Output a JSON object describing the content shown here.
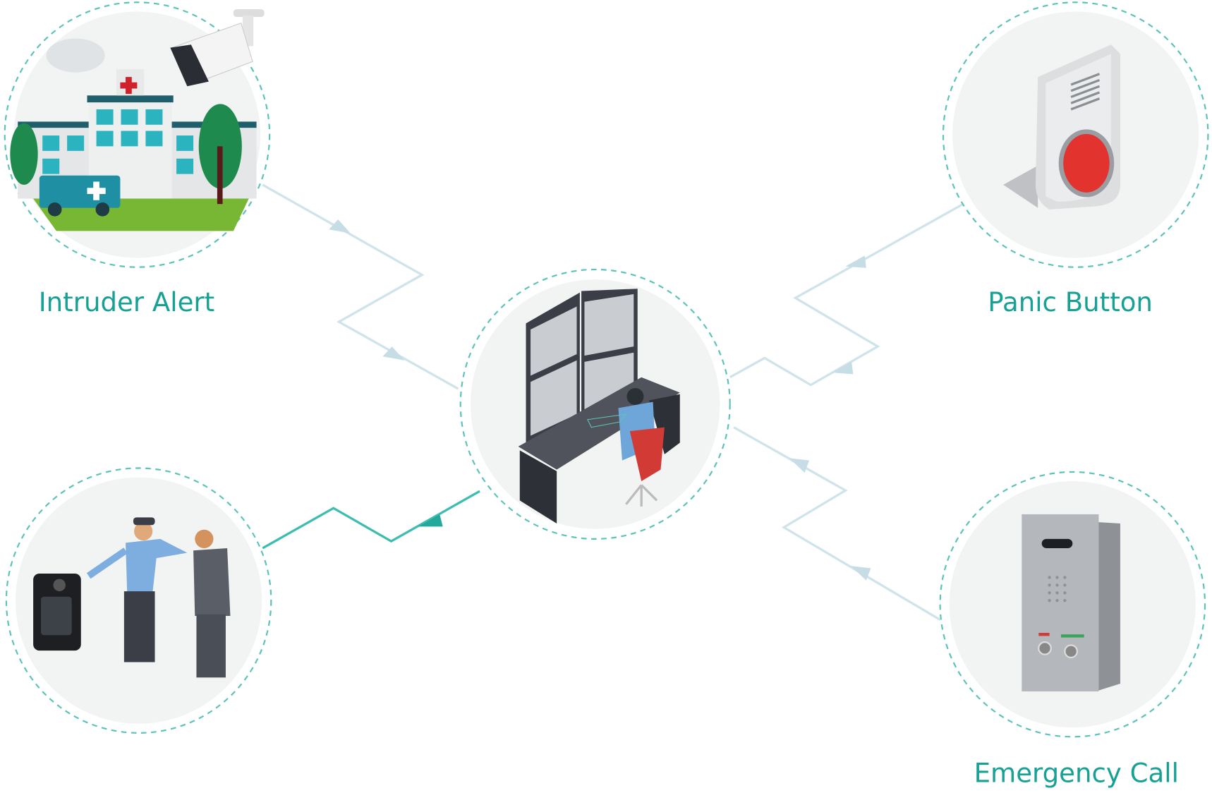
{
  "labels": {
    "intruder_alert": "Intruder Alert",
    "panic_button": "Panic Button",
    "emergency_call": "Emergency Call"
  },
  "colors": {
    "accent": "#17a195",
    "flow_line": "#cfe3ea",
    "active_line": "#3dbdb0",
    "circle_fill": "#f2f3f3",
    "circle_border": "#5cc3b8"
  }
}
